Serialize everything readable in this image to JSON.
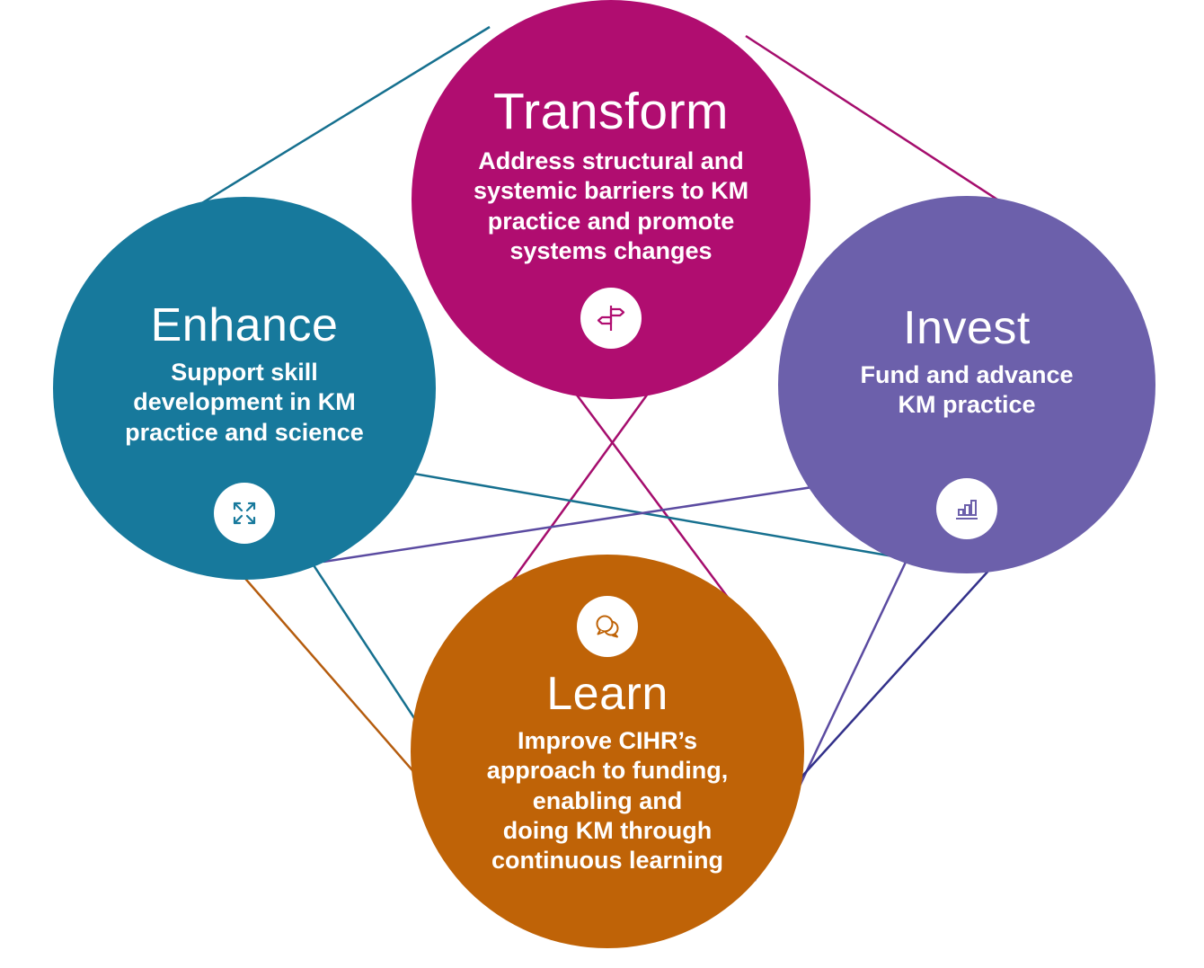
{
  "diagram": {
    "background": "#ffffff",
    "nodes": [
      {
        "id": "transform",
        "title": "Transform",
        "description": "Address structural and\nsystemic barriers to KM\npractice and promote\nsystems changes",
        "color": "#b00d70",
        "icon": "signpost-icon"
      },
      {
        "id": "enhance",
        "title": "Enhance",
        "description": "Support skill\ndevelopment in KM\npractice and science",
        "color": "#17799c",
        "icon": "expand-arrows-icon"
      },
      {
        "id": "invest",
        "title": "Invest",
        "description": "Fund and advance\nKM practice",
        "color": "#6c60ab",
        "icon": "bar-chart-icon"
      },
      {
        "id": "learn",
        "title": "Learn",
        "description": "Improve CIHR’s\napproach to funding,\nenabling and\ndoing KM through\ncontinuous learning",
        "color": "#bf6307",
        "icon": "speech-bubbles-icon"
      }
    ],
    "edge_colors": {
      "teal": "#16708f",
      "magenta": "#a50d6d",
      "purple": "#5b4ba1",
      "navy": "#32308a",
      "orange": "#b55c0e"
    }
  }
}
